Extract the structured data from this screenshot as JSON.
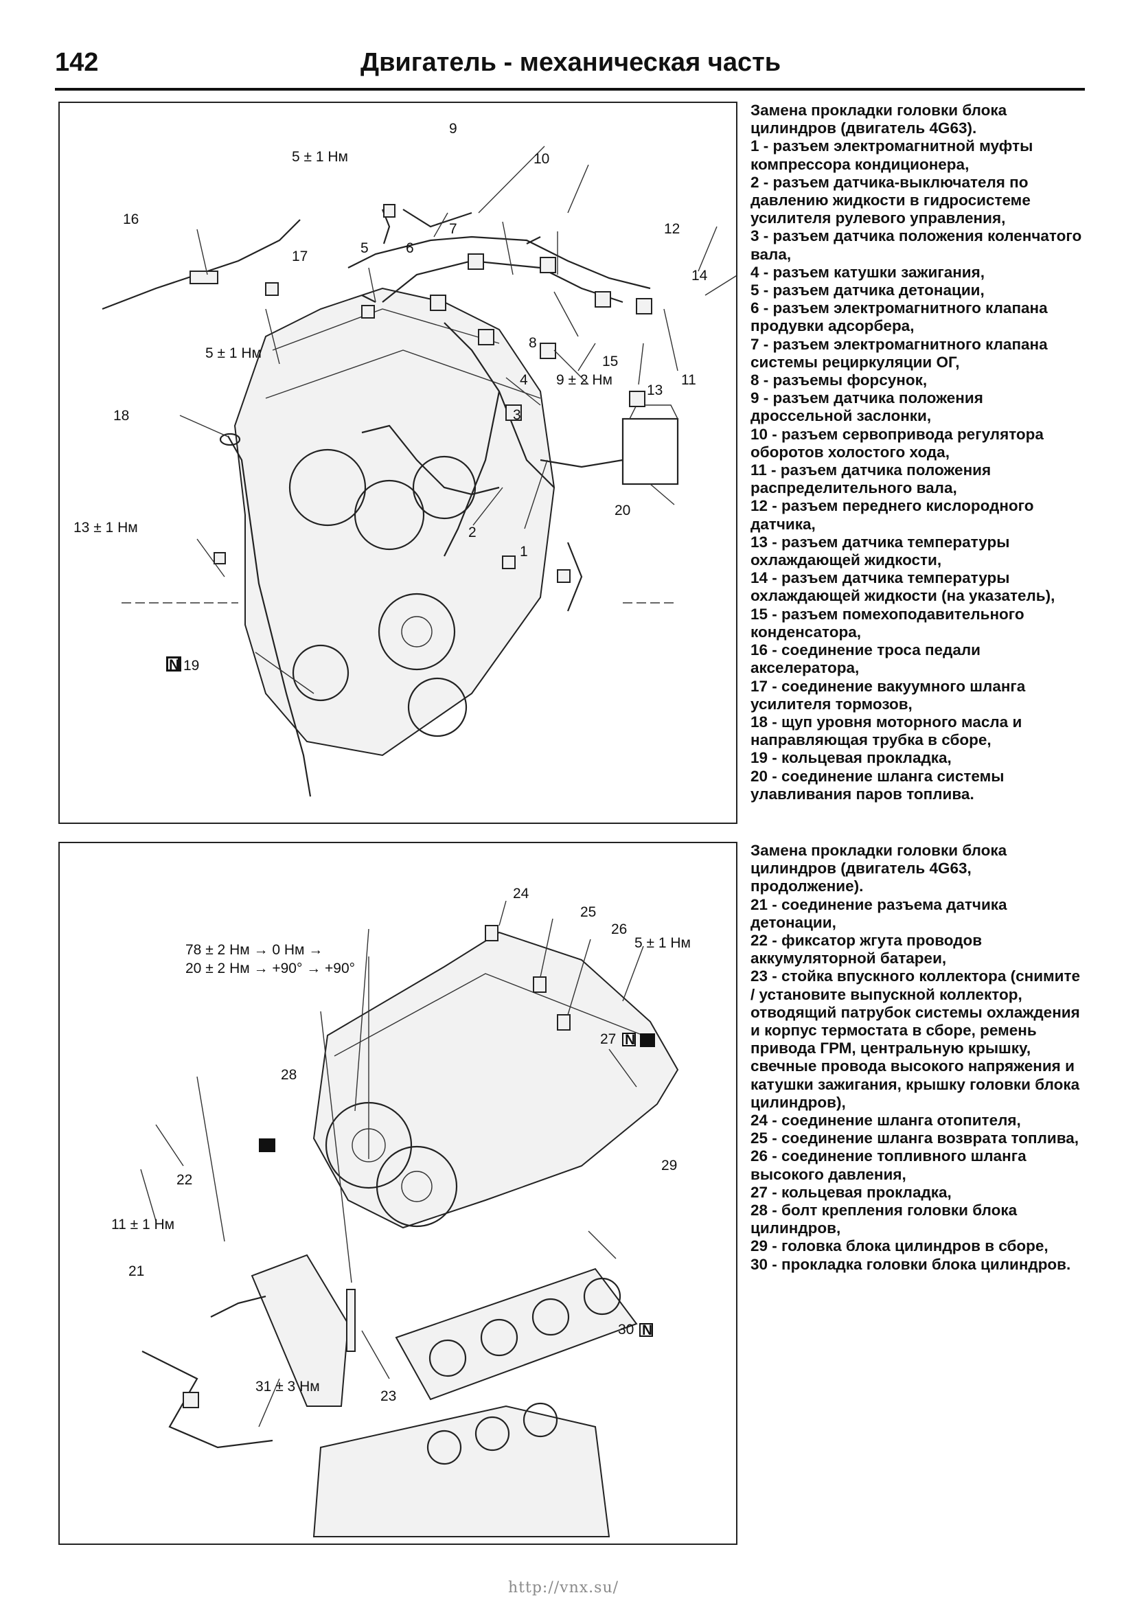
{
  "header": {
    "page_number": "142",
    "title": "Двигатель - механическая часть"
  },
  "figure1": {
    "labels": {
      "n1": "1",
      "n2": "2",
      "n3": "3",
      "n4": "4",
      "n5": "5",
      "n6": "6",
      "n7": "7",
      "n8": "8",
      "n9": "9",
      "n10": "10",
      "n11": "11",
      "n12": "12",
      "n13": "13",
      "n14": "14",
      "n15": "15",
      "n16": "16",
      "n17": "17",
      "n18": "18",
      "n19": "19",
      "n20": "20",
      "t_5_top": "5 ± 1 Нм",
      "t_5_left": "5 ± 1 Нм",
      "t_9": "9 ± 2 Нм",
      "t_13": "13 ± 1 Нм",
      "mark_n": "N"
    }
  },
  "legend1": {
    "heading": "Замена прокладки головки блока цилиндров (двигатель 4G63).",
    "items": [
      "1 - разъем электромагнитной муфты компрессора кондиционера,",
      "2 - разъем датчика-выключателя по давлению жидкости в гидросистеме усилителя рулевого управления,",
      "3 - разъем датчика положения коленчатого вала,",
      "4 - разъем катушки зажигания,",
      "5 - разъем датчика детонации,",
      "6 - разъем электромагнитного клапана продувки адсорбера,",
      "7 - разъем электромагнитного клапана системы рециркуляции ОГ,",
      "8 - разъемы форсунок,",
      "9 - разъем датчика положения дроссельной заслонки,",
      "10 - разъем сервопривода регулятора оборотов холостого хода,",
      "11 - разъем датчика положения распределительного вала,",
      "12 - разъем переднего кислородного датчика,",
      "13 - разъем датчика температуры охлаждающей жидкости,",
      "14 - разъем датчика температуры охлаждающей жидкости (на указатель),",
      "15 - разъем помехоподавительного конденсатора,",
      "16 - соединение троса педали акселератора,",
      "17 - соединение вакуумного шланга усилителя тормозов,",
      "18 - щуп уровня моторного масла и направляющая трубка в сборе,",
      "19 - кольцевая прокладка,",
      "20 - соединение шланга системы улавливания паров топлива."
    ]
  },
  "figure2": {
    "labels": {
      "n21": "21",
      "n22": "22",
      "n23": "23",
      "n24": "24",
      "n25": "25",
      "n26": "26",
      "n27": "27",
      "n28": "28",
      "n29": "29",
      "n30": "30",
      "t_78": "78 ± 2 Нм → 0 Нм →",
      "t_20": "20 ± 2 Нм → +90° → +90°",
      "t_5": "5 ± 1 Нм",
      "t_11": "11 ± 1 Нм",
      "t_31": "31 ± 3 Нм",
      "mark_n": "N"
    }
  },
  "legend2": {
    "heading": "Замена прокладки головки блока цилиндров (двигатель 4G63, продолжение).",
    "items": [
      "21 - соединение разъема датчика детонации,",
      "22 - фиксатор жгута проводов аккумуляторной батареи,",
      "23 - стойка впускного коллектора (снимите / установите выпускной коллектор, отводящий патрубок системы охлаждения и корпус термостата в сборе, ремень привода ГРМ, центральную крышку, свечные провода высокого напряжения и катушки зажигания, крышку головки блока цилиндров),",
      "24 - соединение шланга отопителя,",
      "25 - соединение шланга возврата топлива,",
      "26 - соединение топливного шланга высокого давления,",
      "27 - кольцевая прокладка,",
      "28 - болт крепления головки блока цилиндров,",
      "29 - головка блока цилиндров в сборе,",
      "30 - прокладка головки блока цилиндров."
    ]
  },
  "footer": {
    "url": "http://vnx.su/"
  }
}
